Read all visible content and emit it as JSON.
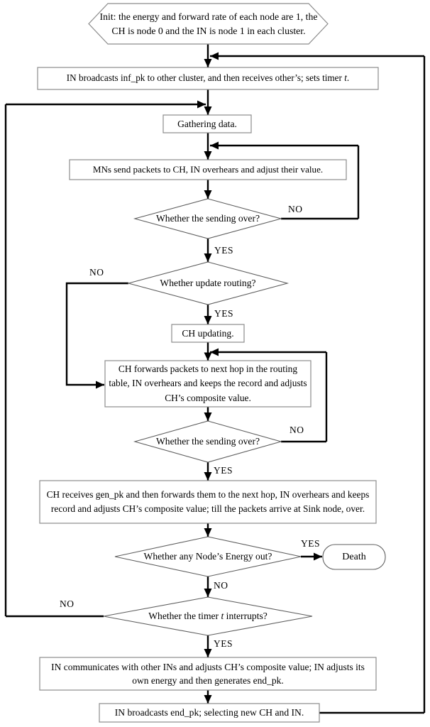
{
  "colors": {
    "background": "#ffffff",
    "flow_line": "#000000",
    "shape_border": "#8c8c8c",
    "text": "#000000"
  },
  "flowchart": {
    "init": {
      "text": "Init: the energy and forward rate of each node are 1, the CH is node 0 and the IN is node 1 in each cluster."
    },
    "broadcast_inf": {
      "pre": "IN broadcasts inf_pk to other cluster, and then receives other’s; sets timer ",
      "italic": "t",
      "post": "."
    },
    "gathering": {
      "text": "Gathering data."
    },
    "mns_send": {
      "text": "MNs send packets to CH, IN overhears and adjust their value."
    },
    "sending_over_1": {
      "text": "Whether the sending over?",
      "yes": "YES",
      "no": "NO"
    },
    "update_routing": {
      "text": "Whether update routing?",
      "yes": "YES",
      "no": "NO"
    },
    "ch_updating": {
      "text": "CH updating."
    },
    "ch_forwards": {
      "text": "CH forwards packets to next hop in the routing table, IN overhears and keeps the record and adjusts CH’s composite value."
    },
    "sending_over_2": {
      "text": "Whether the sending over?",
      "yes": "YES",
      "no": "NO"
    },
    "ch_receives": {
      "text": "CH receives gen_pk and then forwards them to the next hop, IN overhears and keeps record and adjusts CH’s composite value; till the packets arrive at Sink node, over."
    },
    "energy_out": {
      "text": "Whether any Node’s Energy out?",
      "yes": "YES",
      "no": "NO"
    },
    "death": {
      "text": "Death"
    },
    "timer_interrupts": {
      "pre": "Whether the timer ",
      "italic": "t",
      "post": " interrupts?",
      "yes": "YES",
      "no": "NO"
    },
    "in_communicates": {
      "text": "IN communicates with other INs and adjusts CH’s composite value; IN adjusts its own energy and then generates end_pk."
    },
    "broadcast_end": {
      "text": "IN broadcasts end_pk; selecting new CH and IN."
    }
  }
}
